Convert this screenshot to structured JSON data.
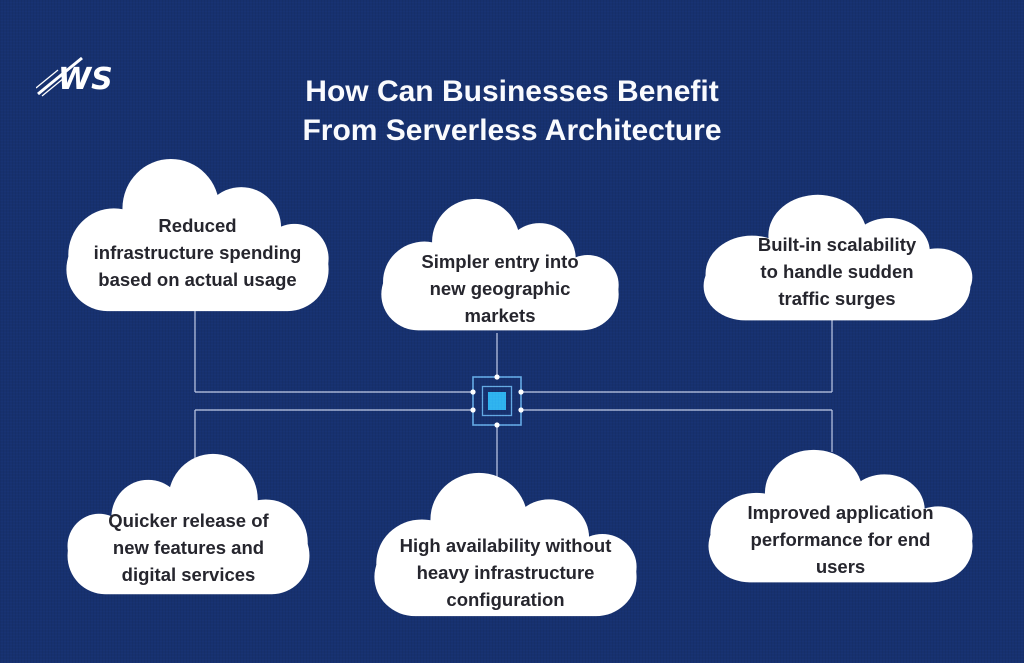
{
  "title": {
    "line1": "How Can Businesses Benefit",
    "line2": "From Serverless Architecture"
  },
  "logo": {
    "label": "WS"
  },
  "clouds": [
    {
      "id": "reduced-spending",
      "text": "Reduced\ninfrastructure spending\nbased on actual usage"
    },
    {
      "id": "geographic-markets",
      "text": "Simpler entry into\nnew geographic\nmarkets"
    },
    {
      "id": "built-in-scalability",
      "text": "Built-in scalability\nto handle sudden\ntraffic surges"
    },
    {
      "id": "quicker-release",
      "text": "Quicker release of\nnew features and\ndigital services"
    },
    {
      "id": "high-availability",
      "text": "High availability without\nheavy infrastructure\nconfiguration"
    },
    {
      "id": "improved-performance",
      "text": "Improved application\nperformance for end\nusers"
    }
  ],
  "center_node": {
    "icon": "serverless-core-icon"
  },
  "colors": {
    "background": "#17316F",
    "cloud_fill": "#FFFFFF",
    "title_text": "#FAFBFE",
    "cloud_text": "#26262E",
    "connector_line": "#C2CDE8",
    "node_border": "#64A9E4",
    "node_accent": "#2FB3EF",
    "logo_color": "#FFFFFF"
  }
}
